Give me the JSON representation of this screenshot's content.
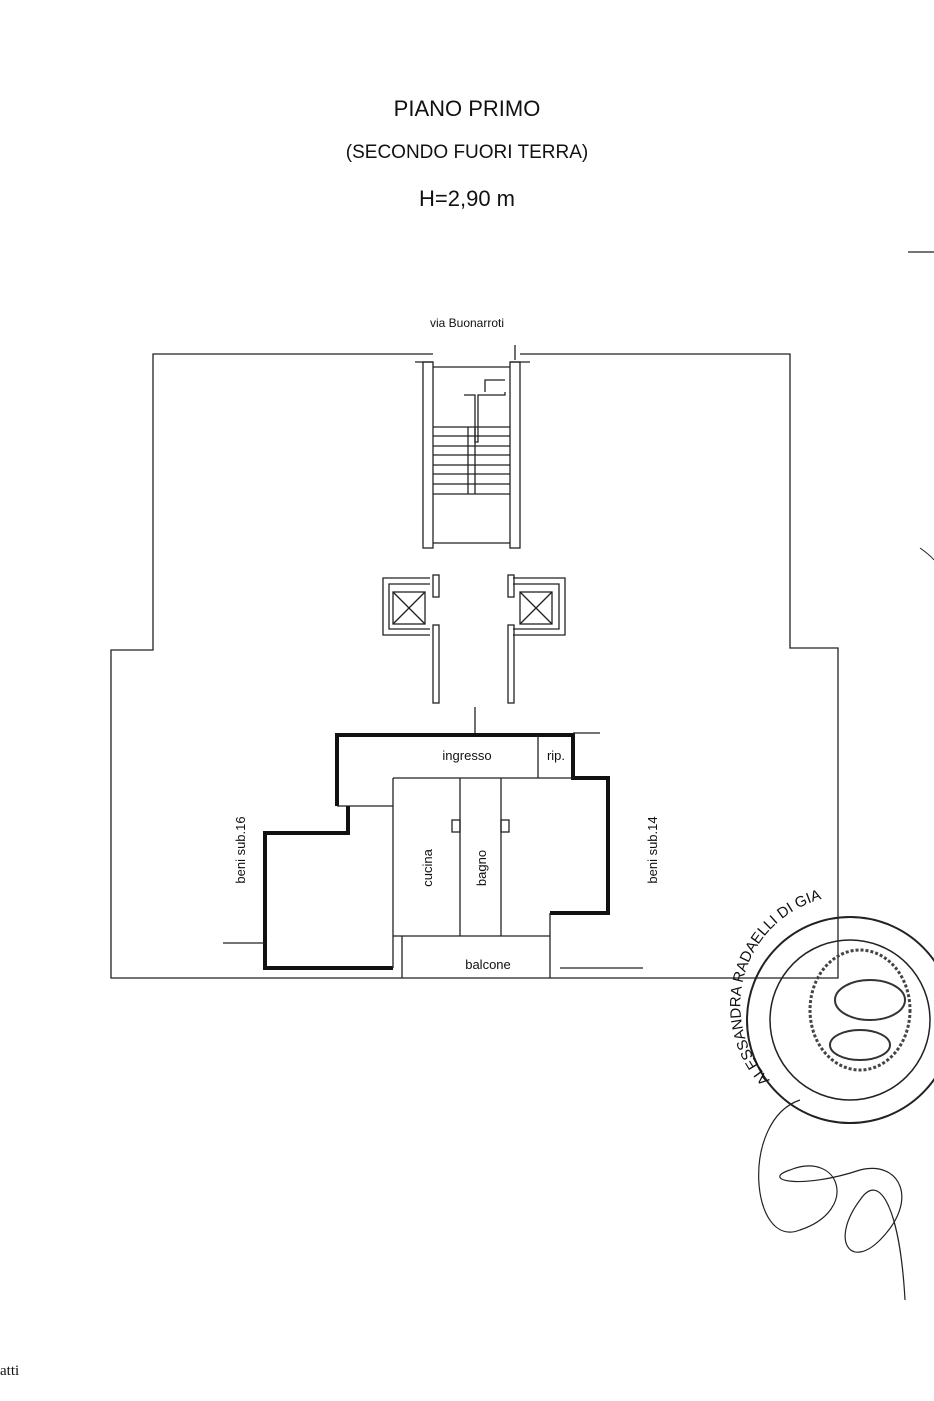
{
  "header": {
    "title": "PIANO PRIMO",
    "subtitle": "(SECONDO FUORI TERRA)",
    "height": "H=2,90 m"
  },
  "plan": {
    "street": "via Buonarroti",
    "rooms": {
      "ingresso": "ingresso",
      "rip": "rip.",
      "cucina": "cucina",
      "bagno": "bagno",
      "balcone": "balcone"
    },
    "neighbors": {
      "left": "beni sub.16",
      "right": "beni sub.14"
    }
  },
  "stamp": {
    "text": "ALESSANDRA RADAELLI DI GIA..."
  },
  "footer": {
    "fragment": "atti"
  }
}
